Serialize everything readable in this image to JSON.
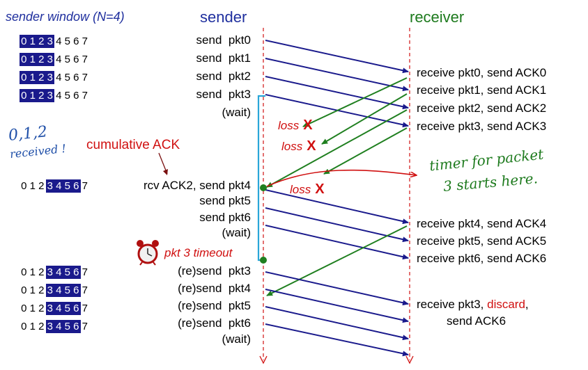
{
  "titles": {
    "sender": "sender",
    "receiver": "receiver"
  },
  "window": {
    "title": "sender window (N=4)",
    "digits": [
      "0",
      "1",
      "2",
      "3",
      "4",
      "5",
      "6",
      "7"
    ],
    "rows": [
      {
        "hl": [
          0,
          3
        ]
      },
      {
        "hl": [
          0,
          3
        ]
      },
      {
        "hl": [
          0,
          3
        ]
      },
      {
        "hl": [
          0,
          3
        ]
      },
      {
        "hl": [
          3,
          6
        ]
      },
      {
        "hl": [
          3,
          6
        ]
      },
      {
        "hl": [
          3,
          6
        ]
      },
      {
        "hl": [
          3,
          6
        ]
      },
      {
        "hl": [
          3,
          6
        ]
      }
    ]
  },
  "sender_labels": [
    "send  pkt0",
    "send  pkt1",
    "send  pkt2",
    "send  pkt3",
    "(wait)",
    "rcv ACK2, send pkt4",
    "send pkt5",
    "send pkt6",
    "(wait)",
    "(re)send  pkt3",
    "(re)send  pkt4",
    "(re)send  pkt5",
    "(re)send  pkt6",
    "(wait)"
  ],
  "receiver_labels": [
    "receive pkt0, send ACK0",
    "receive pkt1, send ACK1",
    "receive pkt2, send ACK2",
    "receive pkt3, send ACK3",
    "receive pkt4, send ACK4",
    "receive pkt5, send ACK5",
    "receive pkt6, send ACK6"
  ],
  "discard_line": {
    "prefix": "receive pkt3, ",
    "discard": "discard",
    "suffix": ",",
    "line2": "send ACK6"
  },
  "loss": {
    "text": "loss",
    "mark": "X"
  },
  "cumulative_ack": "cumulative ACK",
  "timeout": "pkt 3 timeout",
  "handwritten": {
    "received_1": "0,1,2",
    "received_2": "received !",
    "timer_1": "timer for packet",
    "timer_2": "3 starts here."
  },
  "colors": {
    "packet": "#1a1a8c",
    "ack": "#1f7f1f",
    "loss": "#d01010",
    "timer": "#2aa6d8",
    "axis": "#d01010"
  }
}
